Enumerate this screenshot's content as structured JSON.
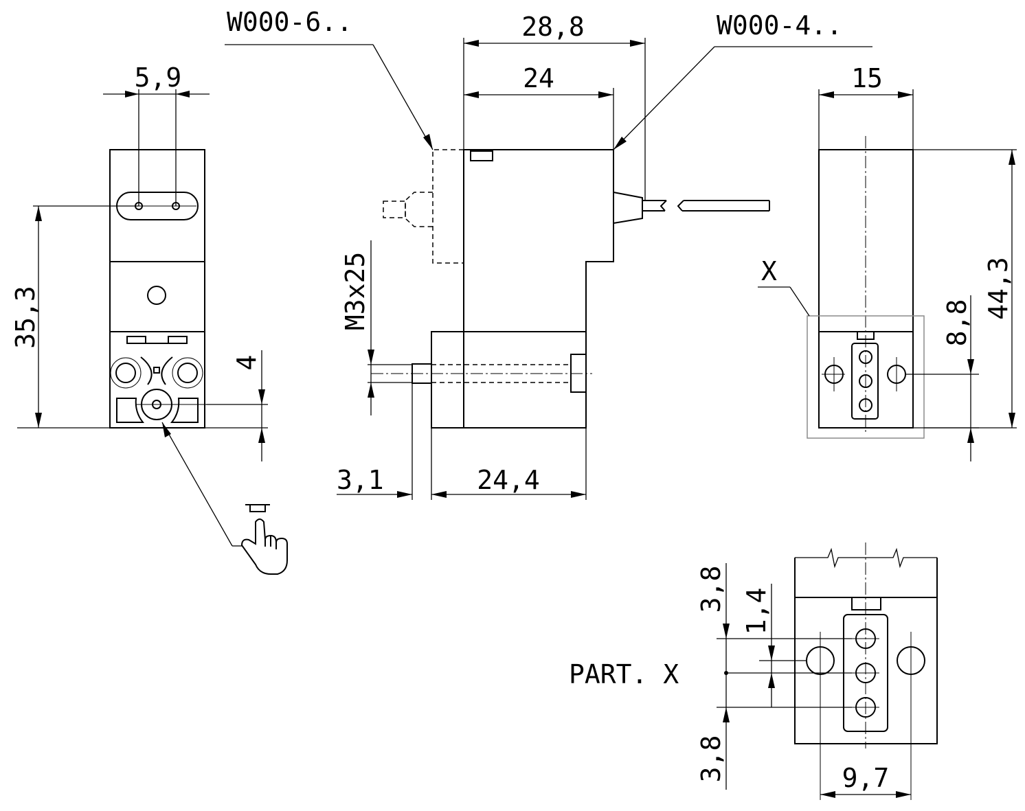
{
  "callouts": {
    "w6": "W000-6..",
    "w4": "W000-4..",
    "x": "X",
    "part_x": "PART. X"
  },
  "dims": {
    "d28_8": "28,8",
    "d24": "24",
    "d5_9": "5,9",
    "d35_3": "35,3",
    "d4": "4",
    "dM3x25": "M3x25",
    "d3_1": "3,1",
    "d24_4": "24,4",
    "d15": "15",
    "d44_3": "44,3",
    "d8_8": "8,8",
    "d3_8_top": "3,8",
    "d1_4": "1,4",
    "d3_8_bottom": "3,8",
    "d9_7": "9,7"
  },
  "symbols": {
    "manual_override": "hand-push-button-icon"
  }
}
